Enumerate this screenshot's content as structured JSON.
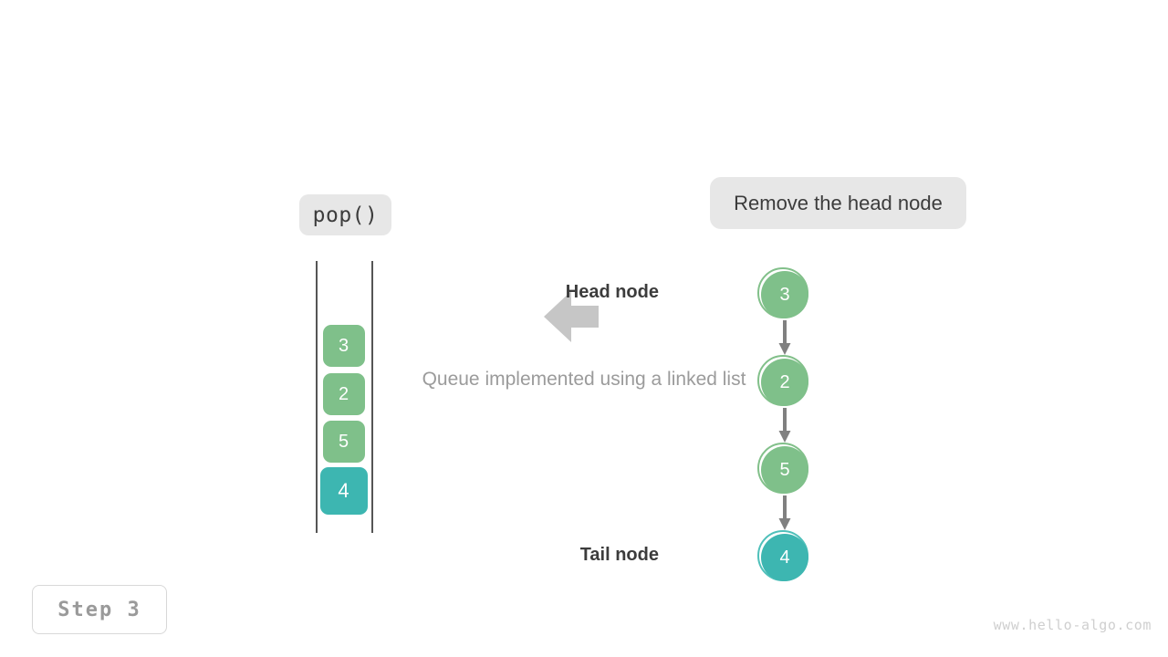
{
  "colors": {
    "green": "#7fc08a",
    "green_ring": "#82c08a",
    "teal": "#3db6b1",
    "teal_ring": "#4fc0ba",
    "chip_bg": "#e7e7e7",
    "chip_text": "#3c3c3c",
    "rail": "#555555",
    "arrow_gray": "#808080",
    "big_arrow_gray": "#c6c6c6",
    "caption_text": "#9b9b9b",
    "watermark_text": "#cfcfcf",
    "step_text": "#9a9a9a",
    "step_border": "#d8d8d8",
    "node_value_text": "#ffffff"
  },
  "operation": {
    "call_label": "pop()",
    "action_label": "Remove the head node"
  },
  "caption": "Queue implemented using a linked list",
  "step_badge": "Step 3",
  "watermark": "www.hello-algo.com",
  "arrow": {
    "direction": "left",
    "name": "left-arrow"
  },
  "queue": {
    "items": [
      {
        "value": "3",
        "color": "#7fc08a",
        "highlight": false
      },
      {
        "value": "2",
        "color": "#7fc08a",
        "highlight": false
      },
      {
        "value": "5",
        "color": "#7fc08a",
        "highlight": false
      },
      {
        "value": "4",
        "color": "#3db6b1",
        "highlight": true
      }
    ]
  },
  "linked_list": {
    "nodes": [
      {
        "value": "3",
        "label": "Head node",
        "color": "#7fc08a",
        "ring": "#82c08a"
      },
      {
        "value": "2",
        "label": "",
        "color": "#7fc08a",
        "ring": "#82c08a"
      },
      {
        "value": "5",
        "label": "",
        "color": "#7fc08a",
        "ring": "#82c08a"
      },
      {
        "value": "4",
        "label": "Tail node",
        "color": "#3db6b1",
        "ring": "#4fc0ba"
      }
    ],
    "head_label": "Head node",
    "tail_label": "Tail node"
  }
}
